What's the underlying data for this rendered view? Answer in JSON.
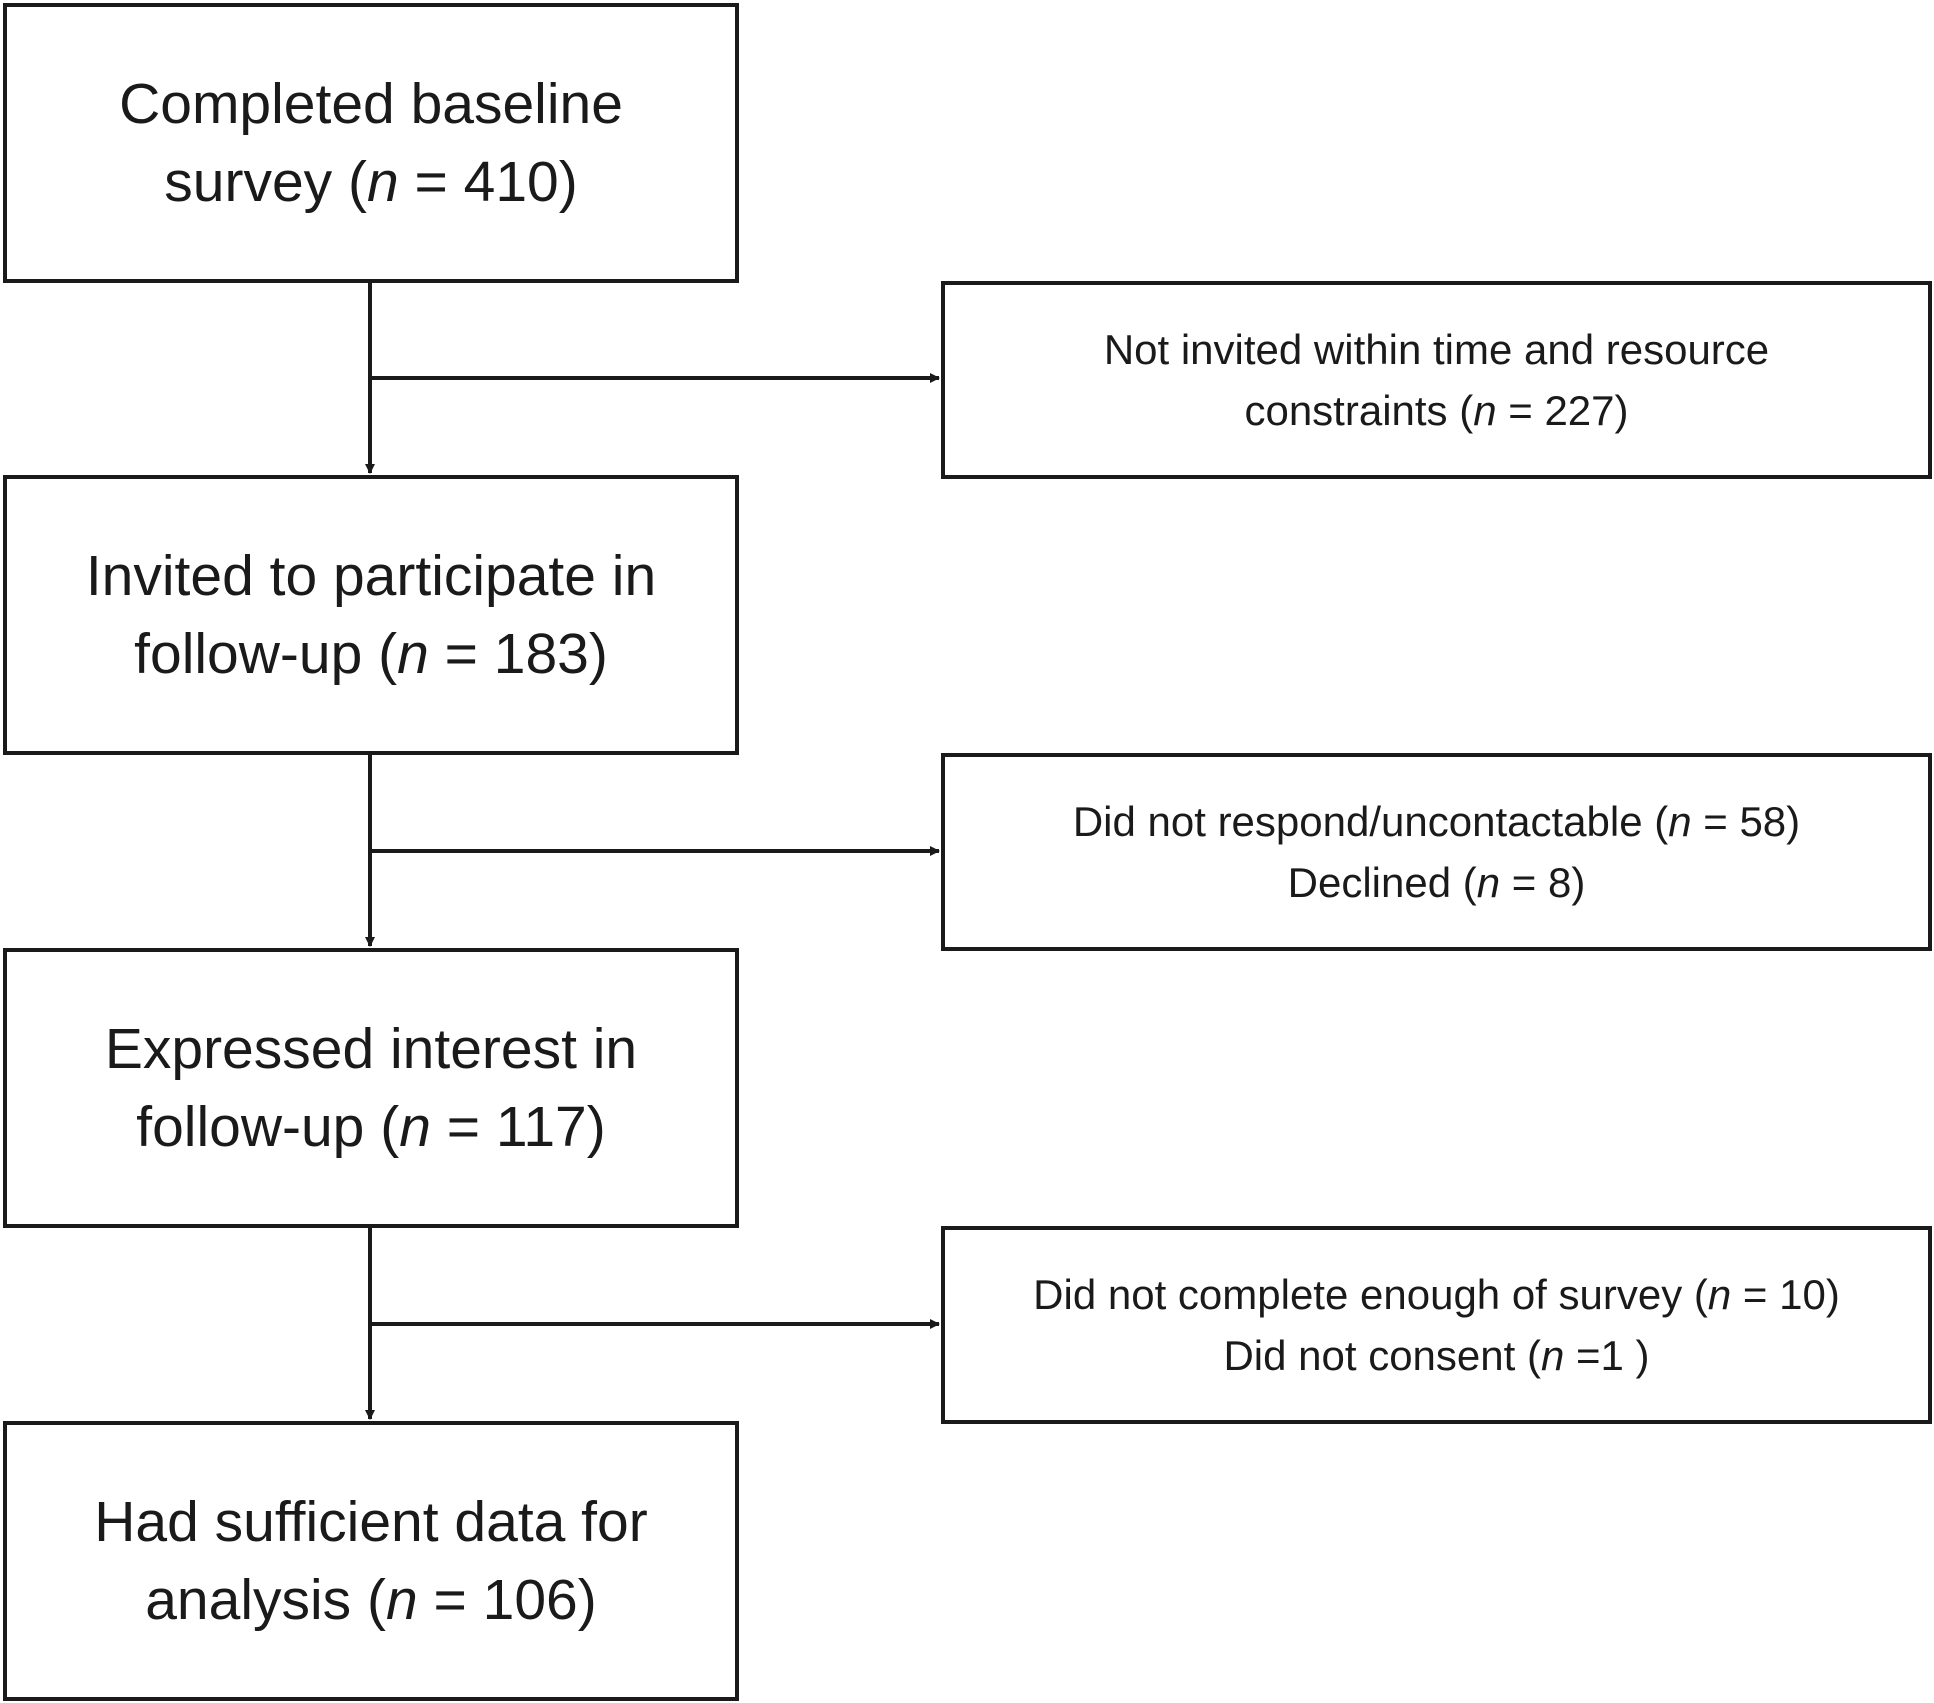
{
  "flowchart": {
    "stages": [
      {
        "line1": "Completed baseline",
        "line2_pre": "survey (",
        "n_symbol": "n",
        "line2_post": " = 410)"
      },
      {
        "line1": "Invited to participate in",
        "line2_pre": "follow-up (",
        "n_symbol": "n",
        "line2_post": " = 183)"
      },
      {
        "line1": "Expressed interest in",
        "line2_pre": "follow-up (",
        "n_symbol": "n",
        "line2_post": " = 117)"
      },
      {
        "line1": "Had sufficient data for",
        "line2_pre": "analysis (",
        "n_symbol": "n",
        "line2_post": " = 106)"
      }
    ],
    "exclusions": [
      {
        "lines": [
          {
            "pre": "Not invited within time and resource",
            "n_symbol": "",
            "post": ""
          },
          {
            "pre": "constraints (",
            "n_symbol": "n",
            "post": " = 227)"
          }
        ]
      },
      {
        "lines": [
          {
            "pre": "Did not respond/uncontactable (",
            "n_symbol": "n",
            "post": " = 58)"
          },
          {
            "pre": "Declined (",
            "n_symbol": "n",
            "post": " = 8)"
          }
        ]
      },
      {
        "lines": [
          {
            "pre": "Did not complete enough of survey (",
            "n_symbol": "n",
            "post": " = 10)"
          },
          {
            "pre": "Did not consent (",
            "n_symbol": "n",
            "post": " =1 )"
          }
        ]
      }
    ],
    "colors": {
      "stroke": "#1a1a1a",
      "background": "#ffffff",
      "text": "#1a1a1a"
    }
  }
}
